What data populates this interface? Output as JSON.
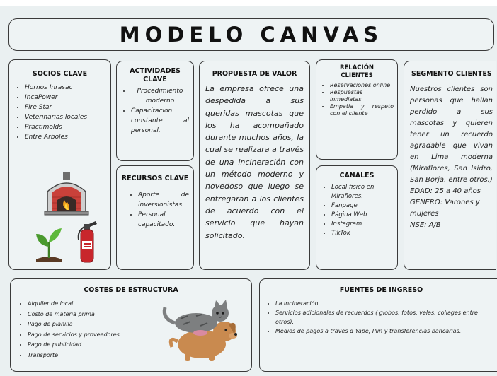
{
  "title": "MODELO CANVAS",
  "socios": {
    "heading": "SOCIOS CLAVE",
    "items": [
      "Hornos Inrasac",
      "IncaPower",
      "Fire Star",
      "Veterinarias locales",
      "Practimolds",
      "Entre Arboles"
    ],
    "icons": [
      "oven-icon",
      "plant-icon",
      "fire-extinguisher-icon"
    ]
  },
  "actividades": {
    "heading_line1": "ACTIVIDADES",
    "heading_line2": "CLAVE",
    "items": [
      "Procedimiento moderno",
      "Capacitacion constante al personal."
    ]
  },
  "recursos": {
    "heading": "RECURSOS CLAVE",
    "items": [
      "Aporte de inversionistas",
      "Personal capacitado."
    ]
  },
  "propuesta": {
    "heading": "PROPUESTA DE VALOR",
    "text": "La empresa ofrece una despedida a sus queridas mascotas que los ha acompañado durante muchos años, la cual se realizara a través de una incineración con un método moderno y novedoso que luego se entregaran a los clientes de acuerdo con el servicio que hayan solicitado."
  },
  "relacion": {
    "heading_line1": "RELACIÓN",
    "heading_line2": "CLIENTES",
    "items": [
      "Reservaciones online",
      "Respuestas inmediatas",
      "Empatia y respeto con el cliente"
    ]
  },
  "canales": {
    "heading": "CANALES",
    "items": [
      "Local fisico en Miraflores.",
      "Fanpage",
      "Página Web",
      "Instagram",
      "TikTok"
    ]
  },
  "segmento": {
    "heading": "SEGMENTO CLIENTES",
    "text": "Nuestros clientes son personas que hallan perdido a sus mascotas y quieren tener un recuerdo agradable que vivan en Lima moderna (Miraflores, San Isidro, San Borja, entre otros.)",
    "edad": "EDAD: 25 a 40 años",
    "genero": "GENERO: Varones y mujeres",
    "nse": "NSE: A/B"
  },
  "costes": {
    "heading": "COSTES DE ESTRUCTURA",
    "items": [
      "Alquiler de local",
      "Costo de materia prima",
      "Pago de planilla",
      "Pago de servicios y proveedores",
      "Pago de publicidad",
      "Transporte"
    ],
    "icon": "cat-and-dog-icon"
  },
  "fuentes": {
    "heading": "FUENTES DE INGRESO",
    "items": [
      "La incineración",
      "Servicios adicionales de recuerdos ( globos, fotos, velas, collages entre otros).",
      "Medios de pagos a traves d Yape, Plin y transferencias bancarias."
    ]
  },
  "colors": {
    "background": "#eaf0f1",
    "border": "#3a3a3a",
    "oven_brick": "#c9413a",
    "plant_green": "#4a9a2e",
    "extinguisher_red": "#c8262c",
    "cat_gray": "#7d7f80",
    "dog_tan": "#c98a4f"
  }
}
